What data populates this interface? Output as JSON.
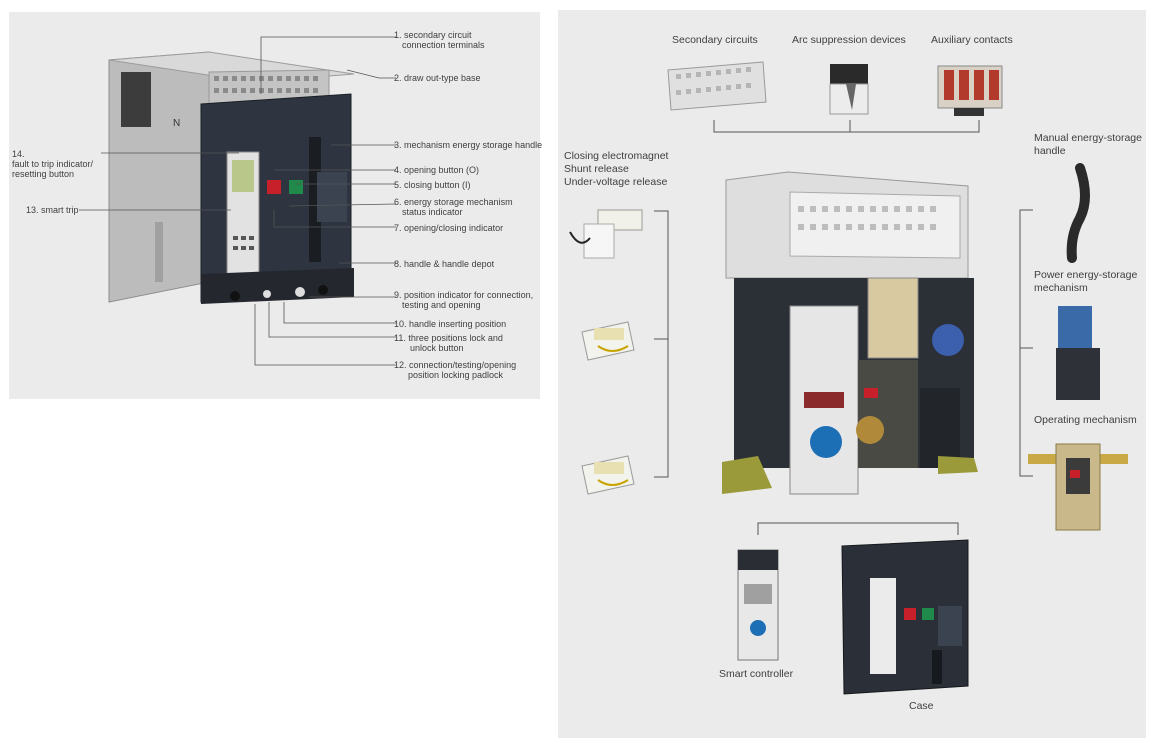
{
  "left_labels": [
    {
      "id": "l1",
      "line1": "1. secondary circuit",
      "line2": "connection terminals"
    },
    {
      "id": "l2",
      "line1": "2. draw out-type base"
    },
    {
      "id": "l3",
      "line1": "3. mechanism energy storage handle"
    },
    {
      "id": "l4",
      "line1": "4. opening button (O)"
    },
    {
      "id": "l5",
      "line1": "5. closing button (I)"
    },
    {
      "id": "l6",
      "line1": "6. energy storage mechanism",
      "line2": "status indicator"
    },
    {
      "id": "l7",
      "line1": "7. opening/closing indicator"
    },
    {
      "id": "l8",
      "line1": "8. handle & handle depot"
    },
    {
      "id": "l9",
      "line1": "9. position indicator for connection,",
      "line2": "testing and opening"
    },
    {
      "id": "l10",
      "line1": "10.  handle inserting position"
    },
    {
      "id": "l11",
      "line1": "11.  three positions lock and",
      "line2": "unlock button"
    },
    {
      "id": "l12",
      "line1": "12. connection/testing/opening",
      "line2": "position locking padlock"
    },
    {
      "id": "l13",
      "line1": "13. smart trip"
    },
    {
      "id": "l14",
      "line1": "14.",
      "line2": "fault to trip indicator/",
      "line3": "resetting button"
    }
  ],
  "right_labels": {
    "secondary_circuits": "Secondary circuits",
    "arc_suppression": "Arc suppression devices",
    "auxiliary_contacts": "Auxiliary contacts",
    "releases": [
      "Closing electromagnet",
      "Shunt release",
      "Under-voltage release"
    ],
    "manual_handle": [
      "Manual energy-storage",
      "handle"
    ],
    "power_mechanism": [
      "Power energy-storage",
      "mechanism"
    ],
    "operating_mechanism": "Operating mechanism",
    "smart_controller": "Smart controller",
    "case": "Case"
  },
  "device_marks": {
    "top_letter": "N"
  }
}
